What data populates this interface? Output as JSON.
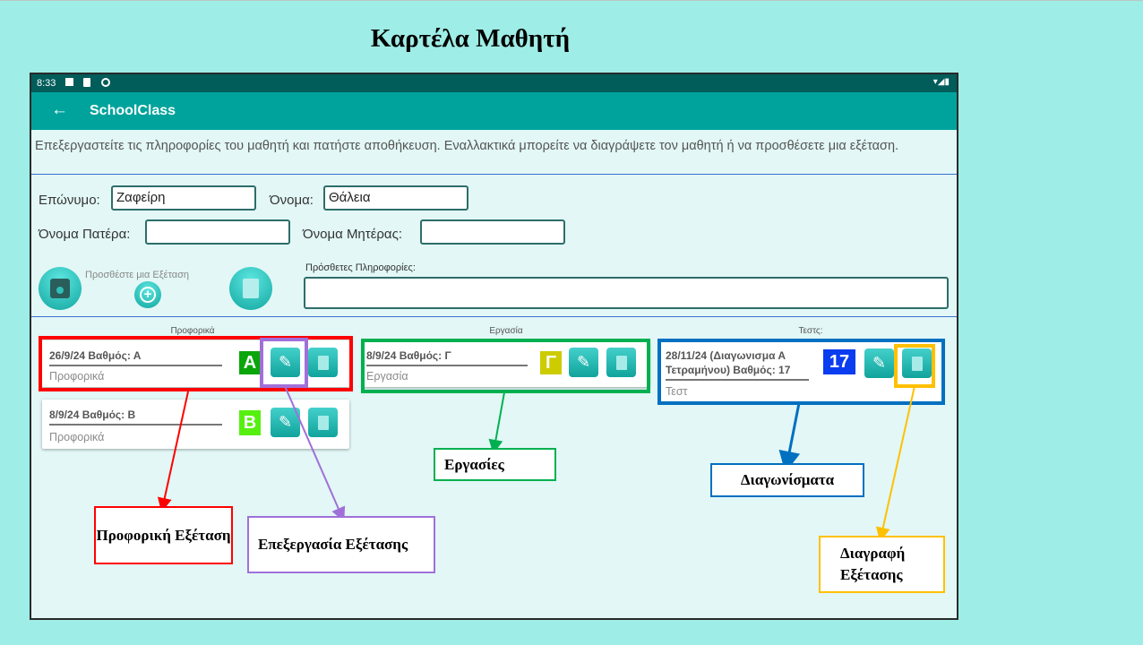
{
  "page_title": "Καρτέλα Μαθητή",
  "status_bar": {
    "time": "8:33"
  },
  "app_bar": {
    "title": "SchoolClass"
  },
  "description": "Επεξεργαστείτε τις πληροφορίες του μαθητή και πατήστε αποθήκευση. Εναλλακτικά μπορείτε να διαγράψετε τον μαθητή ή να προσθέσετε μια εξέταση.",
  "form": {
    "surname_label": "Επώνυμο:",
    "surname_value": "Ζαφείρη",
    "name_label": "Όνομα:",
    "name_value": "Θάλεια",
    "father_label": "Όνομα Πατέρα:",
    "father_value": "",
    "mother_label": "Όνομα Μητέρας:",
    "mother_value": "",
    "add_exam_label": "Προσθέστε μια Εξέταση",
    "extra_label": "Πρόσθετες Πληροφορίες:",
    "extra_value": ""
  },
  "columns": {
    "oral": "Προφορικά",
    "project": "Εργασία",
    "tests": "Τεστς:"
  },
  "exams": {
    "oral": [
      {
        "title": "26/9/24   Βαθμός: Α",
        "type": "Προφορικά",
        "grade": "A",
        "color": "#0aa50a"
      },
      {
        "title": "8/9/24   Βαθμός: Β",
        "type": "Προφορικά",
        "grade": "B",
        "color": "#55f010"
      }
    ],
    "project": [
      {
        "title": "8/9/24   Βαθμός: Γ",
        "type": "Εργασία",
        "grade": "Γ",
        "color": "#cccc00"
      }
    ],
    "tests": [
      {
        "title": "28/11/24   (Διαγωνισμα Α Τετραμήνου)   Βαθμός: 17",
        "type": "Τεστ",
        "grade": "17",
        "color": "#0a3cf0"
      }
    ]
  },
  "annotations": {
    "oral_exam": "Προφορική Εξέταση",
    "edit_exam": "Επεξεργασία Εξέτασης",
    "projects": "Εργασίες",
    "tests": "Διαγωνίσματα",
    "delete_exam": "Διαγραφή Εξέτασης"
  }
}
